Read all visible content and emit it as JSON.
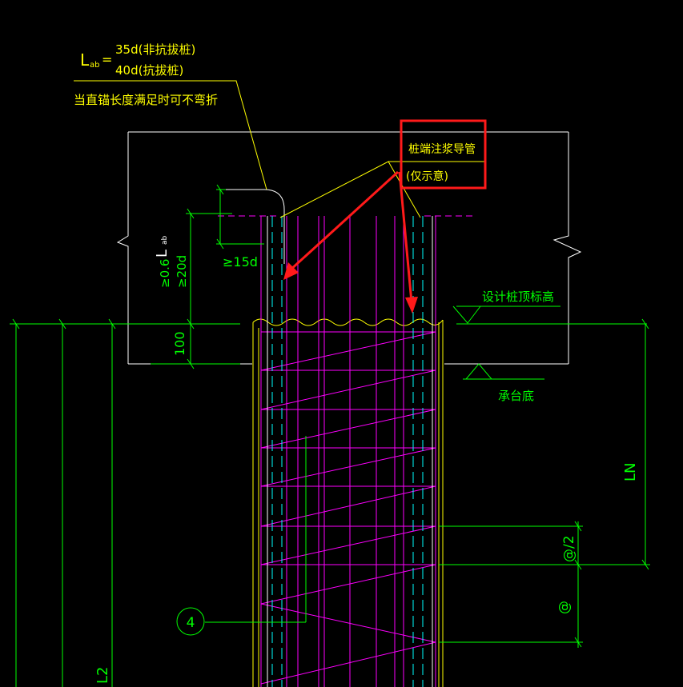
{
  "colors": {
    "background": "#000000",
    "yellow": "#ffff00",
    "green": "#00ff00",
    "cyan": "#00ffff",
    "magenta": "#ff00ff",
    "white": "#ffffff",
    "red": "#ff1a1a"
  },
  "annotations": {
    "lab_symbol": "L",
    "lab_subscript": "ab",
    "lab_equals": "=",
    "lab_non_uplift": "35d(非抗拔桩)",
    "lab_uplift": "40d(抗拔桩)",
    "straight_anchor_note": "当直锚长度满足时可不弯折",
    "grout_pipe_label": "桩端注浆导管",
    "schematic_note": "(仅示意)",
    "pile_top_elevation": "设计桩顶标高",
    "cap_bottom": "承台底"
  },
  "dimensions": {
    "hook_length": "≥15d",
    "lab_vertical_symbol": "L",
    "lab_vertical_subscript": "ab",
    "lab_vertical_min1": "≥0.6",
    "lab_vertical_min2": "≥20d",
    "embed_100": "100",
    "ln_label": "LN",
    "spacing_half": "@/2",
    "spacing_full": "@",
    "l2_label": "L2"
  },
  "callout": {
    "number": "4"
  }
}
